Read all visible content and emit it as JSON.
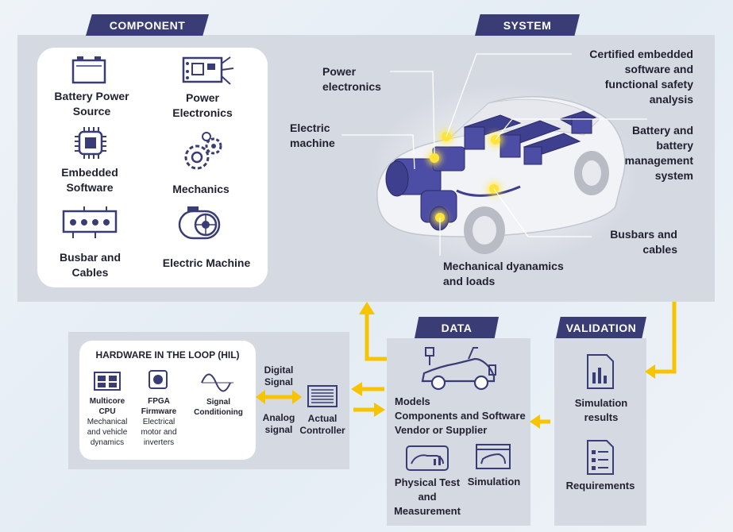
{
  "tags": {
    "component": "COMPONENT",
    "system": "SYSTEM",
    "data": "DATA",
    "validation": "VALIDATION"
  },
  "component_items": [
    {
      "label": "Battery Power Source",
      "icon": "battery-icon"
    },
    {
      "label": "Power Electronics",
      "icon": "circuit-board-icon"
    },
    {
      "label": "Embedded Software",
      "icon": "chip-icon"
    },
    {
      "label": "Mechanics",
      "icon": "gears-icon"
    },
    {
      "label": "Busbar and Cables",
      "icon": "busbar-icon"
    },
    {
      "label": "Electric Machine",
      "icon": "electric-motor-icon"
    }
  ],
  "system_callouts": {
    "power_electronics": "Power electronics",
    "electric_machine": "Electric machine",
    "certified_software": "Certified embedded software and functional safety analysis",
    "battery_system": "Battery and battery management system",
    "busbars": "Busbars and cables",
    "mechanical": "Mechanical dyanamics and loads"
  },
  "hil": {
    "title": "HARDWARE IN THE LOOP (HIL)",
    "items": [
      {
        "title": "Multicore CPU",
        "desc": "Mechanical and vehicle dynamics",
        "icon": "cpu-icon"
      },
      {
        "title": "FPGA Firmware",
        "desc": "Electrical motor and inverters",
        "icon": "fpga-icon"
      },
      {
        "title": "Signal Conditioning",
        "desc": "",
        "icon": "sine-wave-icon"
      }
    ],
    "digital_signal": "Digital Signal",
    "analog_signal": "Analog signal",
    "actual_controller": "Actual Controller"
  },
  "data_panel": {
    "models": "Models",
    "models_sub": "Components and Software Vendor or Supplier",
    "physical_test": "Physical Test and Measurement",
    "simulation": "Simulation"
  },
  "validation_panel": {
    "simulation_results": "Simulation results",
    "requirements": "Requirements"
  },
  "colors": {
    "tag": "#3a3d75",
    "panel": "#d5d9e2",
    "arrow": "#f6c400",
    "battery": "#3e3f8e"
  }
}
